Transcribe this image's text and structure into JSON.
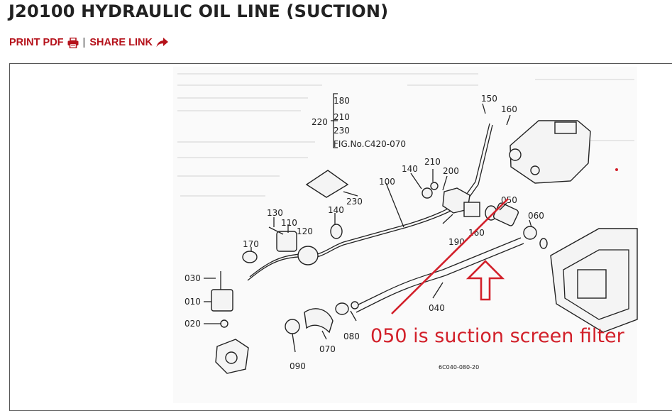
{
  "header": {
    "title": "J20100 HYDRAULIC OIL LINE (SUCTION)"
  },
  "actions": {
    "print_label": "PRINT PDF",
    "separator": "|",
    "share_label": "SHARE LINK",
    "print_icon": "printer-icon",
    "share_icon": "share-arrow-icon",
    "color": "#b5121b"
  },
  "diagram": {
    "callouts": {
      "c010": "010",
      "c020": "020",
      "c030": "030",
      "c040": "040",
      "c050": "050",
      "c060": "060",
      "c070": "070",
      "c080": "080",
      "c090": "090",
      "c100": "100",
      "c110": "110",
      "c120": "120",
      "c130": "130",
      "c140a": "140",
      "c140b": "140",
      "c150": "150",
      "c160a": "160",
      "c160b": "160",
      "c170": "170",
      "c180": "180",
      "c190": "190",
      "c200": "200",
      "c210a": "210",
      "c210b": "210",
      "c220": "220",
      "c230a": "230",
      "c230b": "230"
    },
    "fig_ref": "FIG.No.C420-070",
    "drawing_code": "6C040-080-20",
    "annotation": {
      "text": "050 is suction screen filter",
      "color": "#d2202a"
    }
  }
}
